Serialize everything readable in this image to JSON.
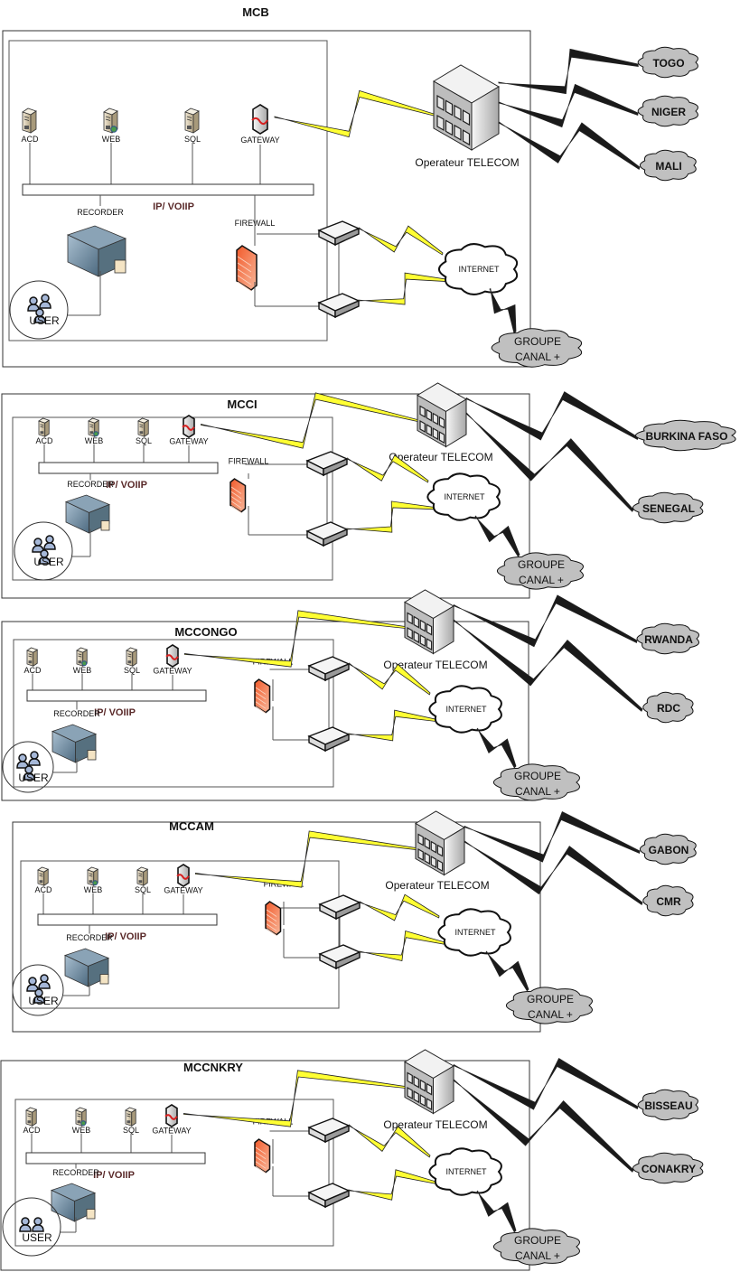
{
  "diagram": {
    "labels": {
      "acd": "ACD",
      "web": "WEB",
      "sql": "SQL",
      "gateway": "GATEWAY",
      "recorder": "RECORDER",
      "firewall": "FIREWALL",
      "network": "IP/  VOIIP",
      "operator": "Operateur TELECOM",
      "internet": "INTERNET",
      "canal_line1": "GROUPE",
      "canal_line2": "CANAL +",
      "user": "USER"
    },
    "sites": [
      {
        "name": "MCB",
        "countries": [
          "TOGO",
          "NIGER",
          "MALI"
        ]
      },
      {
        "name": "MCCI",
        "countries": [
          "BURKINA FASO",
          "SENEGAL"
        ]
      },
      {
        "name": "MCCONGO",
        "countries": [
          "RWANDA",
          "RDC"
        ]
      },
      {
        "name": "MCCAM",
        "countries": [
          "GABON",
          "CMR"
        ]
      },
      {
        "name": "MCCNKRY",
        "countries": [
          "BISSEAU",
          "CONAKRY"
        ]
      }
    ],
    "colors": {
      "wan_link": "#1a1a1a",
      "wireless_link": "#ffff33",
      "firewall": "#f07a4e",
      "cloud_country": "#c0c0c0",
      "network_label": "#5a2a2a"
    }
  }
}
